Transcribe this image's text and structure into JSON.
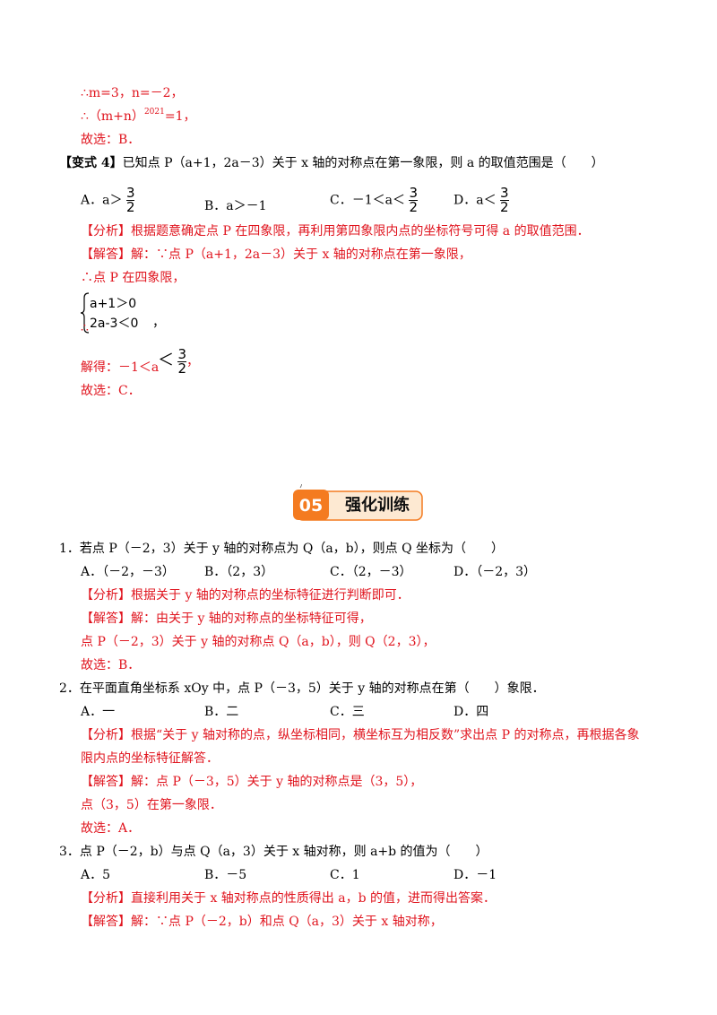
{
  "top": {
    "line1": "∴m=3，n=－2，",
    "line2_pre": "∴（m+n）",
    "line2_sup": "2021",
    "line2_post": "=1，",
    "line3": "故选：B．"
  },
  "variant4": {
    "tag": "【变式 4】",
    "question": "已知点 P（a+1，2a－3）关于 x 轴的对称点在第一象限，则 a 的取值范围是（　　）",
    "options": [
      {
        "label": "A．",
        "text": "a＞",
        "num": "3",
        "den": "2"
      },
      {
        "label": "B．",
        "text": "a＞－1"
      },
      {
        "label": "C．",
        "text": "－1＜a＜",
        "num": "3",
        "den": "2"
      },
      {
        "label": "D．",
        "text": "a＜",
        "num": "3",
        "den": "2"
      }
    ],
    "analysis": "【分析】根据题意确定点 P 在四象限，再利用第四象限内点的坐标符号可得 a 的取值范围．",
    "answer1": "【解答】解：∵点 P（a+1，2a－3）关于 x 轴的对称点在第一象限，",
    "answer2": "∴点 P 在四象限，",
    "sys_row1": "a+1＞0",
    "sys_row2": "2a-3＜0",
    "sys_therefore": "∴",
    "sys_comma": "，",
    "solve_pre": "解得：－1＜a",
    "solve_lt": "＜",
    "solve_num": "3",
    "solve_den": "2",
    "solve_post": "，",
    "choose": "故选：C．"
  },
  "banner": {
    "number": "05",
    "title": "强化训练",
    "color_orange": "#f47b20",
    "color_bg": "#fde9d2"
  },
  "q1": {
    "stem": "1．若点 P（－2，3）关于 y 轴的对称点为 Q（a，b），则点 Q 坐标为（　　）",
    "options": [
      "A．（－2，－3）",
      "B．（2，3）",
      "C．（2，－3）",
      "D．（－2，3）"
    ],
    "analysis": "【分析】根据关于 y 轴的对称点的坐标特征进行判断即可．",
    "answer1": "【解答】解：由关于 y 轴的对称点的坐标特征可得，",
    "answer2": "点 P（－2，3）关于 y 轴的对称点 Q（a，b），则 Q（2，3），",
    "choose": "故选：B．"
  },
  "q2": {
    "stem": "2．在平面直角坐标系 xOy 中，点 P（－3，5）关于 y 轴的对称点在第（　　）象限．",
    "options": [
      "A．一",
      "B．二",
      "C．三",
      "D．四"
    ],
    "analysis1": "【分析】根据“关于 y 轴对称的点，纵坐标相同，横坐标互为相反数”求出点 P 的对称点，再根据各象",
    "analysis2": "限内点的坐标特征解答．",
    "answer1": "【解答】解：点 P（－3，5）关于 y 轴的对称点是（3，5），",
    "answer2": "点（3，5）在第一象限．",
    "choose": "故选：A．"
  },
  "q3": {
    "stem": "3．点 P（－2，b）与点 Q（a，3）关于 x 轴对称，则 a+b 的值为（　　）",
    "options": [
      "A．5",
      "B．－5",
      "C．1",
      "D．－1"
    ],
    "analysis": "【分析】直接利用关于 x 轴对称点的性质得出 a，b 的值，进而得出答案．",
    "answer1": "【解答】解：∵点 P（－2，b）和点 Q（a，3）关于 x 轴对称，"
  }
}
